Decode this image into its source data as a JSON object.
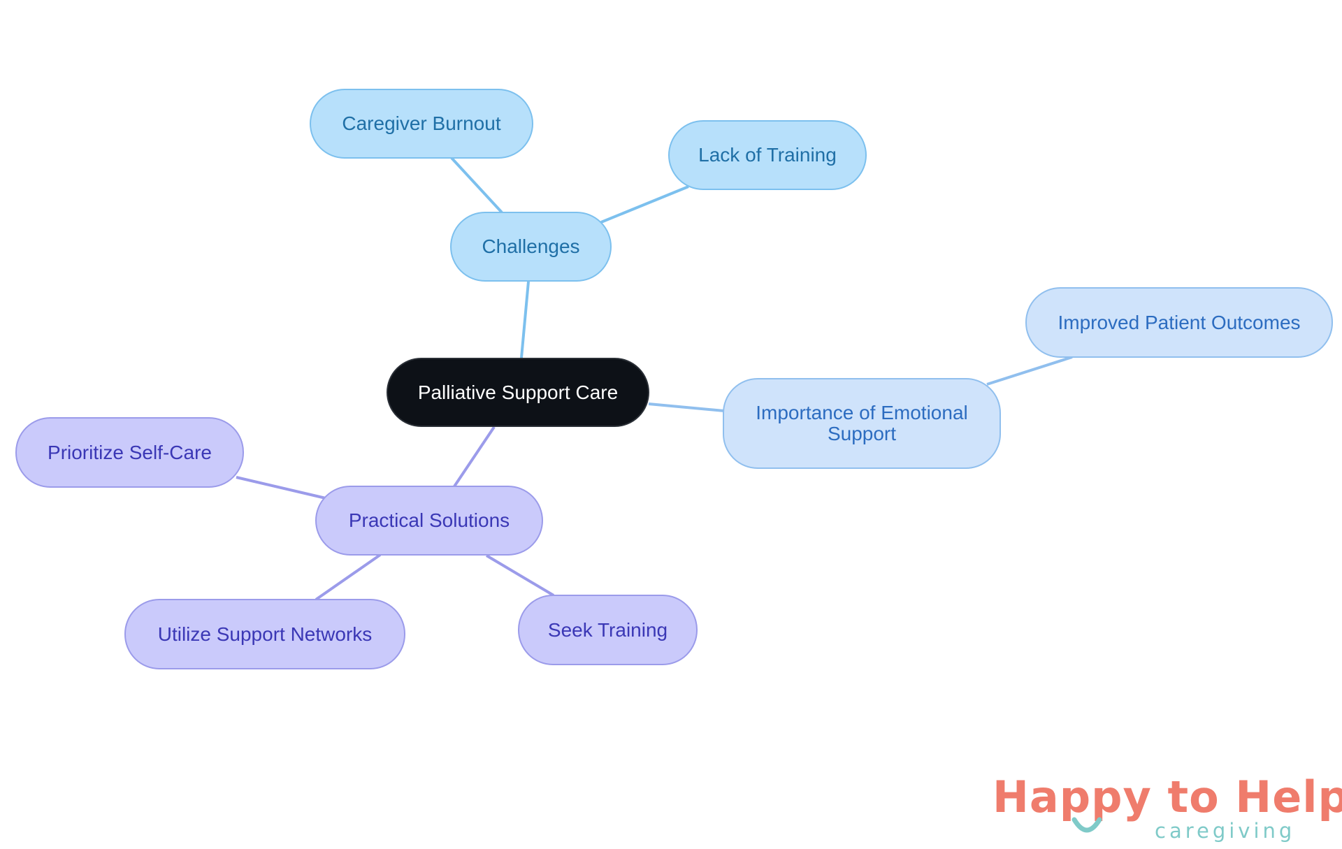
{
  "diagram": {
    "root": {
      "label": "Palliative Support Care"
    },
    "branches": {
      "challenges": {
        "label": "Challenges",
        "children": [
          "Caregiver Burnout",
          "Lack of Training"
        ]
      },
      "emotional": {
        "label": "Importance of Emotional Support",
        "label_lines": [
          "Importance of Emotional",
          "Support"
        ],
        "children": [
          "Improved Patient Outcomes"
        ]
      },
      "practical": {
        "label": "Practical Solutions",
        "children": [
          "Prioritize Self-Care",
          "Utilize Support Networks",
          "Seek Training"
        ]
      }
    }
  },
  "colors": {
    "root_fill": "#0d1117",
    "challenges_fill": "#b7e0fb",
    "challenges_edge": "#7cc0ee",
    "emotional_fill": "#cfe3fb",
    "emotional_edge": "#90bfee",
    "practical_fill": "#cacafb",
    "practical_edge": "#9b9bea",
    "logo_coral": "#ef7c6c",
    "logo_teal": "#7fcac8"
  },
  "logo": {
    "title": "Happy to Help",
    "subtitle": "caregiving",
    "icon": "smile-icon"
  }
}
